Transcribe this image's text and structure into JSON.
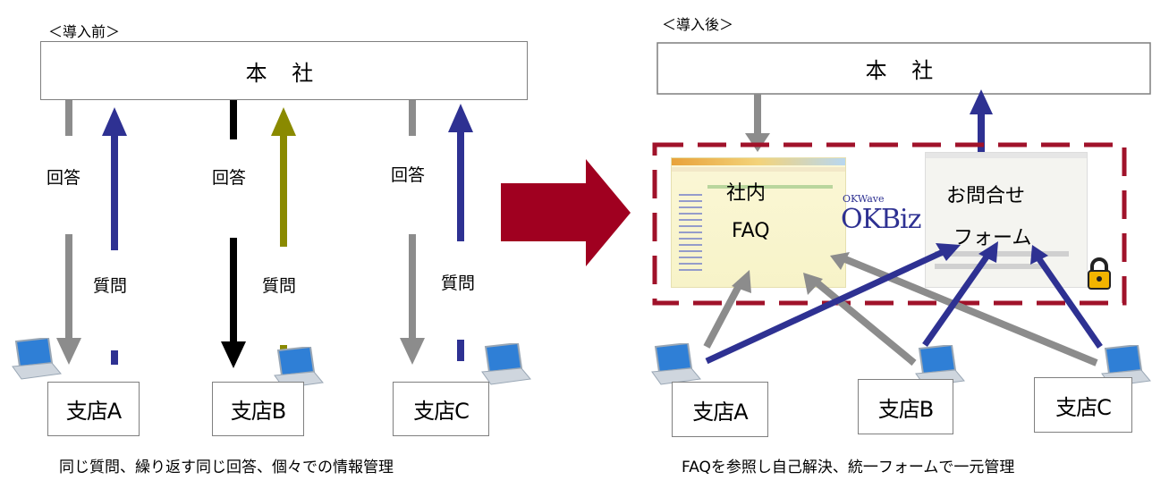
{
  "before": {
    "header": "＜導入前＞",
    "hq": "本 社",
    "answer_labels": [
      "回答",
      "回答",
      "回答"
    ],
    "question_labels": [
      "質問",
      "質問",
      "質問"
    ],
    "branches": [
      "支店A",
      "支店B",
      "支店C"
    ],
    "caption": "同じ質問、繰り返す同じ回答、個々での情報管理"
  },
  "transition_arrow_color": "#a00020",
  "after": {
    "header": "＜導入後＞",
    "hq": "本 社",
    "faq_line1": "社内",
    "faq_line2": "FAQ",
    "form_line1": "お問合せ",
    "form_line2": "フォーム",
    "brand_small": "OKWave",
    "brand_large": "OKBiz",
    "branches": [
      "支店A",
      "支店B",
      "支店C"
    ],
    "caption": "FAQを参照し自己解決、統一フォームで一元管理",
    "dashed_border_color": "#a0122a",
    "icons": [
      "lock-icon",
      "laptop-icon"
    ]
  },
  "colors": {
    "gray_arrow": "#8c8c8c",
    "navy_arrow": "#2e3192",
    "olive_arrow": "#8a8a00",
    "black_arrow": "#000000"
  }
}
